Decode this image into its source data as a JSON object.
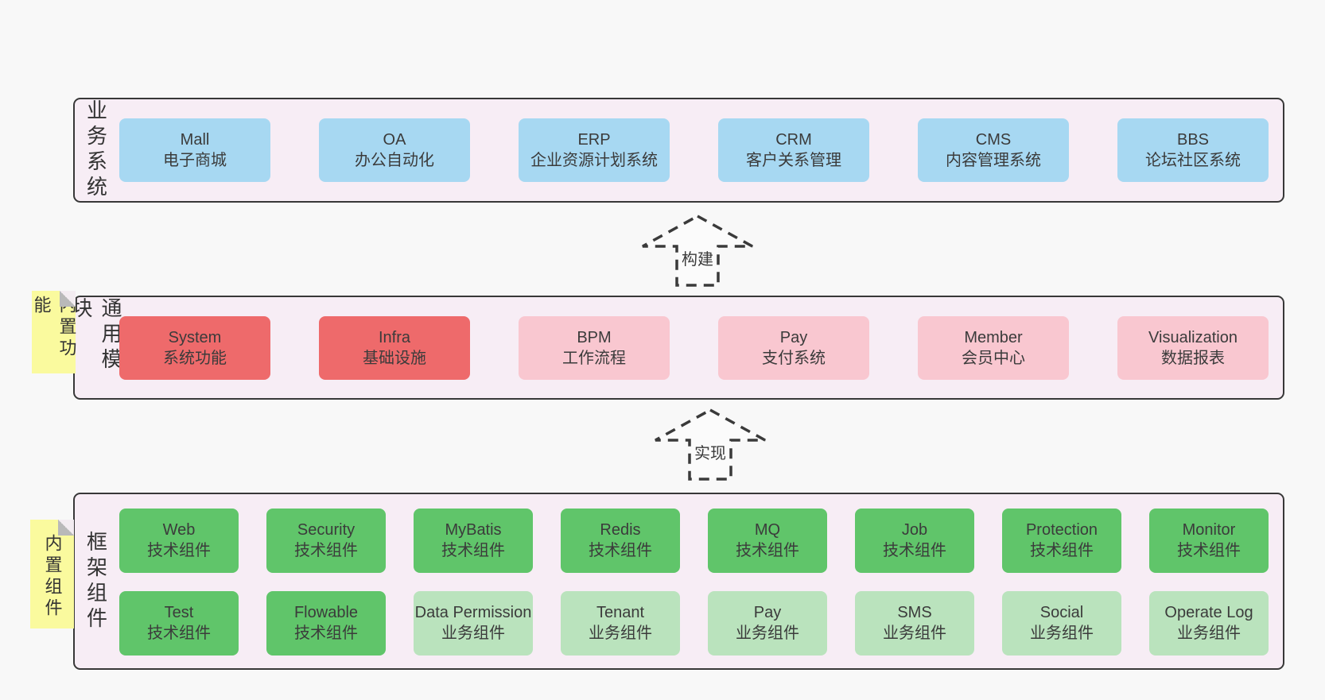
{
  "colors": {
    "page_bg": "#f8f8f8",
    "panel_bg": "#f7edf5",
    "panel_border": "#383838",
    "blue_box": "#a7d8f2",
    "red_box": "#ee6a6b",
    "pink_box": "#f9c7d0",
    "green_dark_box": "#60c56a",
    "green_light_box": "#bae3bd",
    "sticky_note": "#fafa9e"
  },
  "sections": {
    "business": {
      "label": "业务系统",
      "boxes": [
        {
          "name": "Mall",
          "desc": "电子商城"
        },
        {
          "name": "OA",
          "desc": "办公自动化"
        },
        {
          "name": "ERP",
          "desc": "企业资源计划系统"
        },
        {
          "name": "CRM",
          "desc": "客户关系管理"
        },
        {
          "name": "CMS",
          "desc": "内容管理系统"
        },
        {
          "name": "BBS",
          "desc": "论坛社区系统"
        }
      ]
    },
    "modules": {
      "label": "通用模块",
      "sticky": "内置功能",
      "boxes": [
        {
          "name": "System",
          "desc": "系统功能"
        },
        {
          "name": "Infra",
          "desc": "基础设施"
        },
        {
          "name": "BPM",
          "desc": "工作流程"
        },
        {
          "name": "Pay",
          "desc": "支付系统"
        },
        {
          "name": "Member",
          "desc": "会员中心"
        },
        {
          "name": "Visualization",
          "desc": "数据报表"
        }
      ]
    },
    "framework": {
      "label": "框架组件",
      "sticky": "内置组件",
      "row1": [
        {
          "name": "Web",
          "desc": "技术组件"
        },
        {
          "name": "Security",
          "desc": "技术组件"
        },
        {
          "name": "MyBatis",
          "desc": "技术组件"
        },
        {
          "name": "Redis",
          "desc": "技术组件"
        },
        {
          "name": "MQ",
          "desc": "技术组件"
        },
        {
          "name": "Job",
          "desc": "技术组件"
        },
        {
          "name": "Protection",
          "desc": "技术组件"
        },
        {
          "name": "Monitor",
          "desc": "技术组件"
        }
      ],
      "row2": [
        {
          "name": "Test",
          "desc": "技术组件"
        },
        {
          "name": "Flowable",
          "desc": "技术组件"
        },
        {
          "name": "Data Permission",
          "desc": "业务组件"
        },
        {
          "name": "Tenant",
          "desc": "业务组件"
        },
        {
          "name": "Pay",
          "desc": "业务组件"
        },
        {
          "name": "SMS",
          "desc": "业务组件"
        },
        {
          "name": "Social",
          "desc": "业务组件"
        },
        {
          "name": "Operate Log",
          "desc": "业务组件"
        }
      ]
    }
  },
  "arrows": {
    "build": "构建",
    "implement": "实现"
  }
}
